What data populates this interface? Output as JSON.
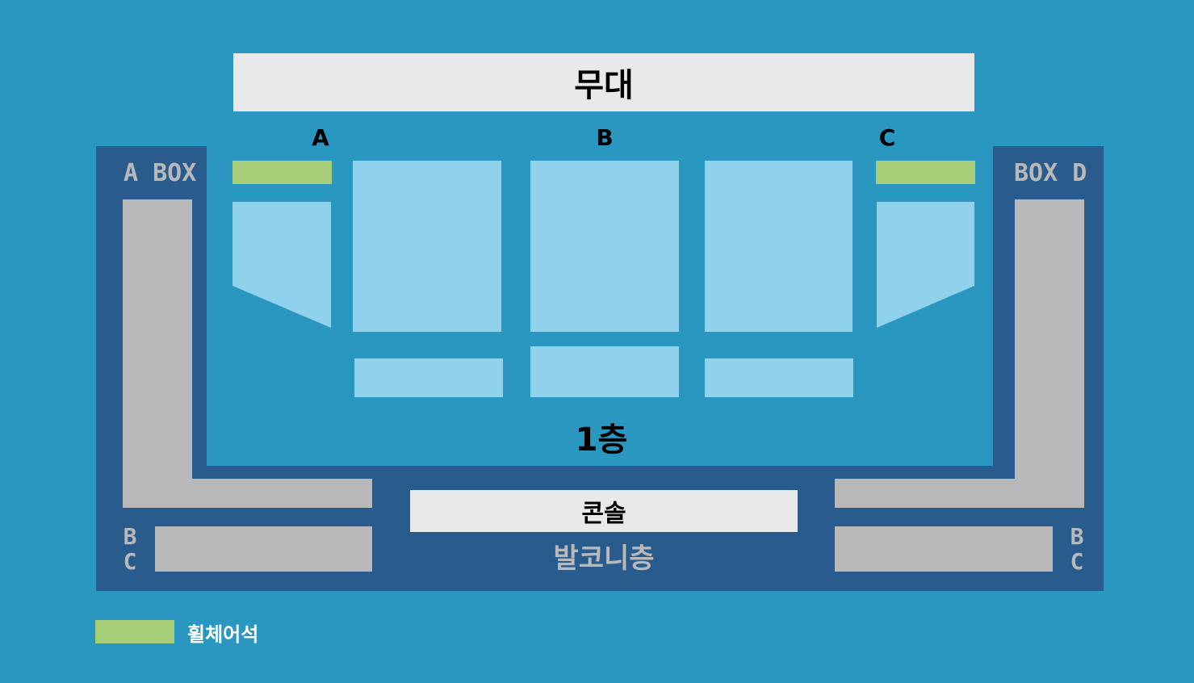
{
  "stage": {
    "label": "무대"
  },
  "sections": {
    "a": "A",
    "b": "B",
    "c": "C"
  },
  "floor": {
    "label": "1층"
  },
  "boxes": {
    "left": "A BOX",
    "right": "BOX D"
  },
  "bc_left": {
    "b": "B",
    "c": "C"
  },
  "bc_right": {
    "b": "B",
    "c": "C"
  },
  "console": {
    "label": "콘솔"
  },
  "balcony": {
    "label": "발코니층"
  },
  "legend": {
    "wheelchair": "휠체어석"
  },
  "colors": {
    "background": "#2a97c0",
    "balcony": "#295c8c",
    "seat": "#90d1ec",
    "wheelchair": "#a6ce78",
    "box": "#b9b8ba",
    "stage": "#e8e9eb"
  }
}
